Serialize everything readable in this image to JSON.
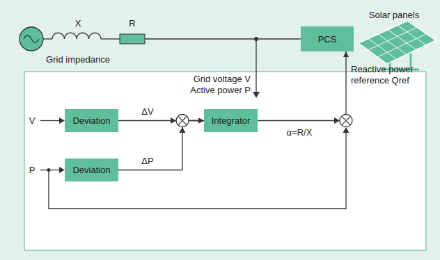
{
  "diagram": {
    "nodes": [
      {
        "text": [
          "PCS"
        ]
      },
      {
        "text": [
          "Deviation"
        ]
      },
      {
        "text": [
          "Deviation"
        ]
      },
      {
        "text": [
          "Integrator"
        ]
      }
    ],
    "edges": [
      {
        "from": 1,
        "to": 3,
        "arrow": "to",
        "label": "ΔV"
      },
      {
        "from": 2,
        "to": 3,
        "arrow": "to",
        "label": "ΔP"
      },
      {
        "from": 3,
        "to": 0,
        "arrow": "to",
        "label": "α=R/X"
      }
    ],
    "labels": [
      "X",
      "R",
      "Grid impedance",
      "Solar panels",
      "Grid voltage V",
      "Active power P",
      "Reactive power reference Qref",
      "V",
      "P"
    ]
  }
}
